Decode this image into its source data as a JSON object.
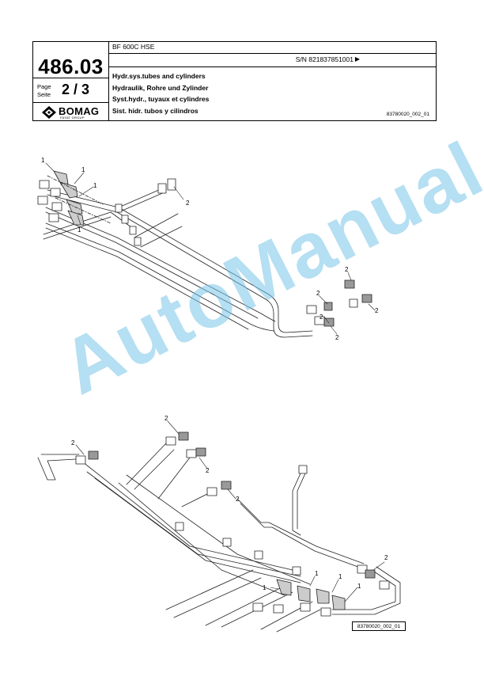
{
  "header": {
    "section_number": "486.03",
    "page_label_1": "Page",
    "page_label_2": "Seite",
    "page": "2 / 3",
    "logo_text": "BOMAG",
    "logo_sub": "FAYAT GROUP",
    "model": "BF 600C HSE",
    "serial": "S/N 821837851001",
    "serial_arrow": "▶",
    "titles": [
      "Hydr.sys.tubes and cylinders",
      "Hydraulik, Rohre und Zylinder",
      "Syst.hydr., tuyaux et cylindres",
      "Sist. hidr. tubos y cilindros"
    ],
    "doc_id": "83780020_002_01"
  },
  "watermark": "AutoManual",
  "callouts": {
    "one": "1",
    "two": "2"
  },
  "figure_ref": "83780020_002_01"
}
